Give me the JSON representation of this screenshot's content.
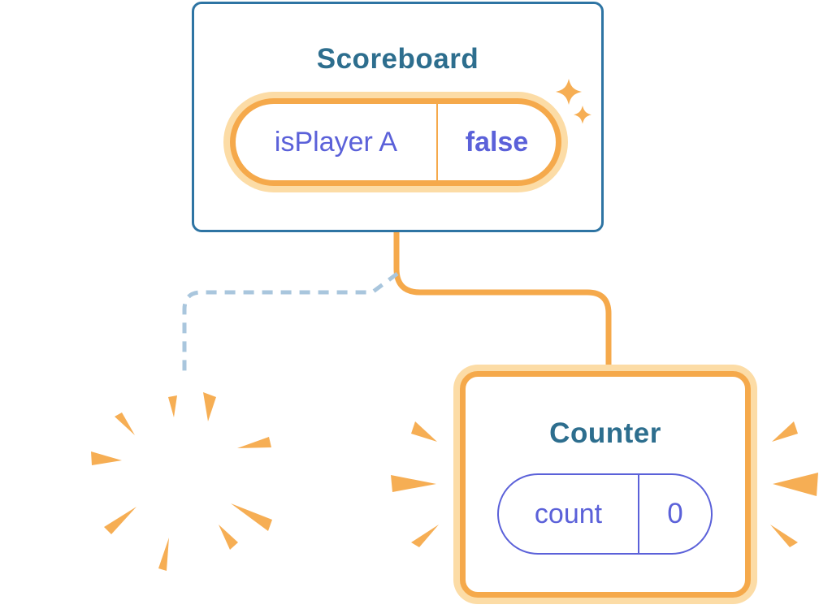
{
  "diagram": {
    "description": "React state preservation diagram: Scoreboard component keeps isPlayer A state while a component is removed (dashed link, destroyed card) and a Counter component is added fresh (solid link, highlighted)."
  },
  "scoreboard": {
    "title": "Scoreboard",
    "state": {
      "name": "isPlayer A",
      "value": "false"
    }
  },
  "counter": {
    "title": "Counter",
    "state": {
      "name": "count",
      "value": "0"
    }
  },
  "icons": {
    "sparkles": "sparkles-icon",
    "burst": "burst-rays-icon",
    "emphasis_left": "emphasis-lines-left-icon",
    "emphasis_right": "emphasis-lines-right-icon"
  },
  "colors": {
    "accent_orange": "#f5a94b",
    "glow_orange": "#fcdca6",
    "shape_orange": "#f6ae54",
    "title_teal": "#2d6e8e",
    "box_border_blue": "#2e74a3",
    "state_purple": "#5b61d9",
    "dashed_link_blue": "#a9c6dd",
    "background": "#ffffff"
  }
}
